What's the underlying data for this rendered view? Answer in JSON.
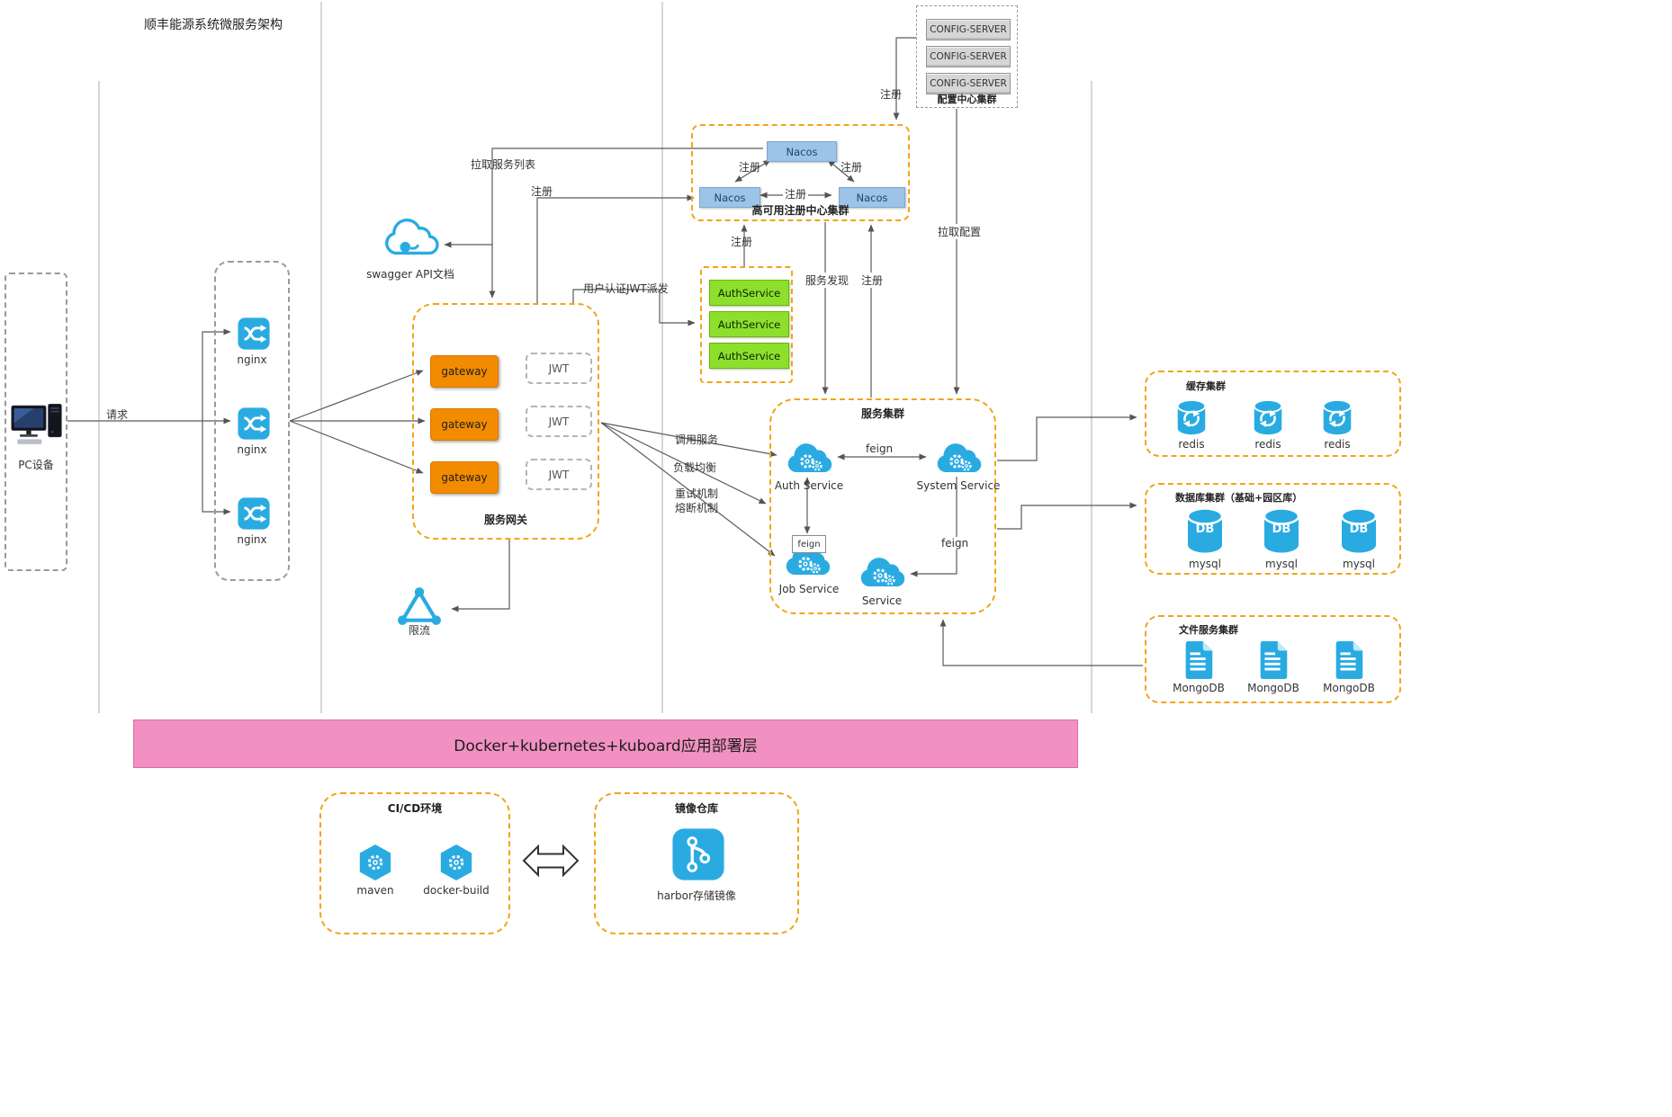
{
  "title": "顺丰能源系统微服务架构",
  "pc": {
    "label": "PC设备"
  },
  "nginx": {
    "label": "nginx"
  },
  "gateway_group": {
    "title": "服务网关",
    "gateway": "gateway",
    "jwt": "JWT"
  },
  "swagger": {
    "label": "swagger API文档"
  },
  "rate_limit": {
    "label": "限流"
  },
  "registry": {
    "title": "高可用注册中心集群",
    "node": "Nacos"
  },
  "config_center": {
    "title": "配置中心集群",
    "node": "CONFIG-SERVER"
  },
  "auth_group": {
    "node": "AuthService"
  },
  "service_cluster": {
    "title": "服务集群",
    "auth": "Auth Service",
    "system": "System Service",
    "job": "Job Service",
    "service": "Service"
  },
  "cache_cluster": {
    "title": "缓存集群",
    "node": "redis"
  },
  "db_cluster": {
    "title": "数据库集群（基础+园区库）",
    "node": "mysql",
    "icon_text": "DB"
  },
  "file_cluster": {
    "title": "文件服务集群",
    "node": "MongoDB"
  },
  "deploy_bar": {
    "label": "Docker+kubernetes+kuboard应用部署层"
  },
  "cicd": {
    "title": "CI/CD环境",
    "maven": "maven",
    "docker_build": "docker-build"
  },
  "image_repo": {
    "title": "镜像仓库",
    "harbor": "harbor存储镜像"
  },
  "edge_labels": {
    "request": "请求",
    "pull_service_list": "拉取服务列表",
    "register": "注册",
    "jwt_issue": "用户认证JWT派发",
    "call_service": "调用服务",
    "load_balance": "负载均衡",
    "retry": "重试机制",
    "circuit_break": "熔断机制",
    "service_discovery": "服务发现",
    "pull_config": "拉取配置",
    "feign": "feign"
  },
  "colors": {
    "accent_orange": "#f5a31a",
    "gateway_fill": "#f28b00",
    "nacos_fill": "#9dc3e6",
    "green_fill": "#8ce02c",
    "icon_blue": "#29abe2",
    "pink_bar": "#f191c1",
    "config_fill": "#d6d6d6"
  }
}
